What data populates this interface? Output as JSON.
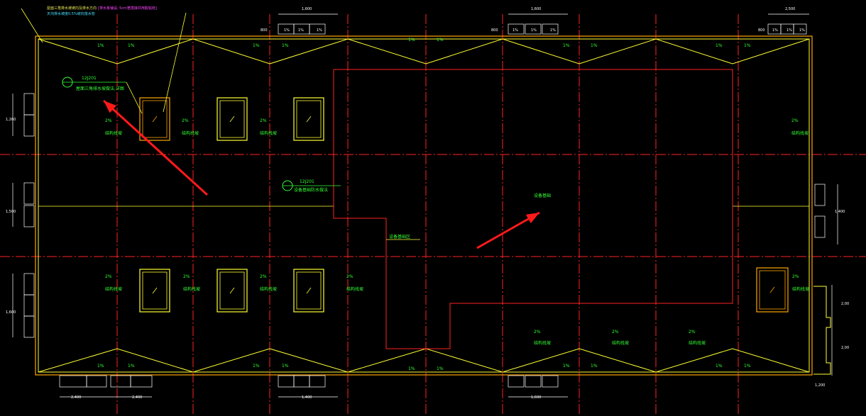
{
  "colors": {
    "background": "#000000",
    "axis_red": "#ff2222",
    "wall_yellow": "#ffff33",
    "outline_orange": "#ffa500",
    "text_green": "#33ff33",
    "dim_white": "#ffffff",
    "arrow_red": "#ff1a1a"
  },
  "top_notes": {
    "note1": "屋面三角排水坡坡向及排水方向",
    "note2": "天沟排水坡度0.5%坡向落水管",
    "note3": "[排水板铺设, 5cm宽搭接并用胶粘结]"
  },
  "callouts": [
    {
      "ref": "12J201",
      "text": "屋面三角排水坡做法,详图"
    },
    {
      "ref": "12J201",
      "text": "设备基础防水做法"
    }
  ],
  "labels": {
    "slope_pct": "2%",
    "small_pct": "1%",
    "structure_slope": "结构找坡",
    "equipment_base": "设备基础",
    "equipment_area": "设备基础区"
  },
  "dimensions": {
    "top": [
      "1,600",
      "1,600",
      "2,500",
      "800",
      "800",
      "800"
    ],
    "left": [
      "1,260",
      "1,500",
      "1,600"
    ],
    "right": [
      "1,400",
      "2,00",
      "2,00",
      "1,200"
    ],
    "bottom": [
      "2,400",
      "2,400",
      "1,400",
      "1,600"
    ]
  },
  "icons": [
    "section-callout-icon",
    "annotation-arrow-icon"
  ]
}
